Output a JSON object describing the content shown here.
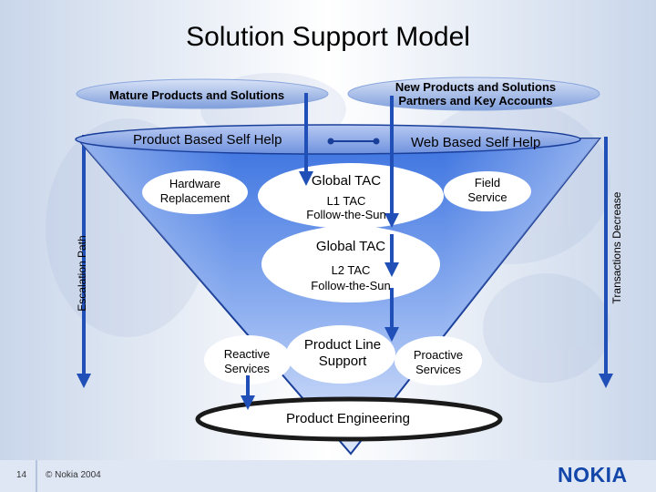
{
  "slide": {
    "title": "Solution Support Model",
    "footer": {
      "page_number": "14",
      "copyright": "© Nokia 2004",
      "logo_text": "NOKIA"
    }
  },
  "diagram": {
    "banners": {
      "mature": "Mature Products and Solutions",
      "new_line1": "New Products and Solutions",
      "new_line2": "Partners and Key Accounts"
    },
    "top_ellipse": {
      "left": "Product Based Self Help",
      "right": "Web Based Self Help"
    },
    "nodes": {
      "hardware_line1": "Hardware",
      "hardware_line2": "Replacement",
      "global_tac_l1": "Global TAC",
      "l1_line1": "L1 TAC",
      "l1_line2": "Follow-the-Sun",
      "field_line1": "Field",
      "field_line2": "Service",
      "global_tac_l2": "Global TAC",
      "l2_line1": "L2 TAC",
      "l2_line2": "Follow-the-Sun",
      "reactive_line1": "Reactive",
      "reactive_line2": "Services",
      "product_line_line1": "Product Line",
      "product_line_line2": "Support",
      "proactive_line1": "Proactive",
      "proactive_line2": "Services",
      "product_engineering": "Product Engineering"
    },
    "side_labels": {
      "escalation": "Escalation Path",
      "transactions": "Transactions Decrease"
    }
  }
}
